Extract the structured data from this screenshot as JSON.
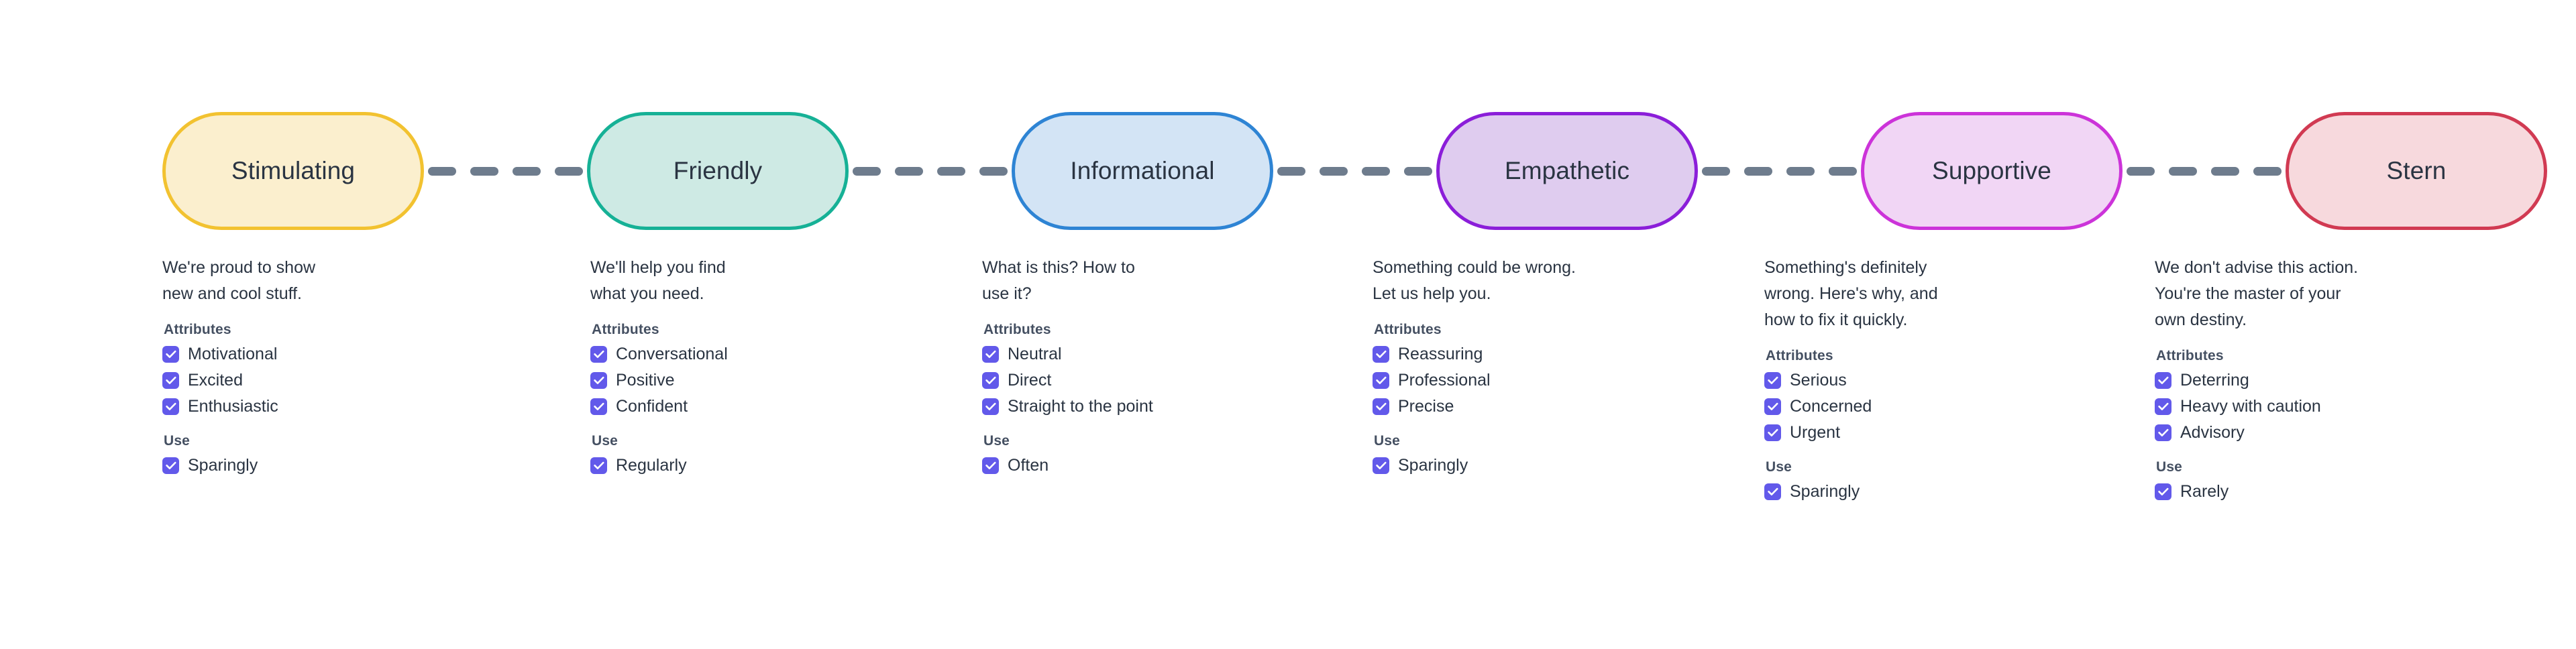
{
  "palette": {
    "text": "#2A3442",
    "heading": "#455062",
    "checkbox": "#6259EA",
    "connector": "#6E7C8D",
    "background": "#FFFFFF"
  },
  "labels": {
    "attributes_heading": "Attributes",
    "use_heading": "Use"
  },
  "connector": {
    "style": "dashed",
    "dash_count": 4,
    "color": "#6E7C8D"
  },
  "tones": [
    {
      "name": "Stimulating",
      "fill": "#FBEFCE",
      "border": "#F2C230",
      "description": "We're proud to show\nnew and cool stuff.",
      "attributes": [
        "Motivational",
        "Excited",
        "Enthusiastic"
      ],
      "use": [
        "Sparingly"
      ]
    },
    {
      "name": "Friendly",
      "fill": "#CEEAE4",
      "border": "#16B196",
      "description": "We'll help you find\nwhat you need.",
      "attributes": [
        "Conversational",
        "Positive",
        "Confident"
      ],
      "use": [
        "Regularly"
      ]
    },
    {
      "name": "Informational",
      "fill": "#D3E4F5",
      "border": "#2E84D4",
      "description": "What is this? How to\nuse it?",
      "attributes": [
        "Neutral",
        "Direct",
        "Straight to the point"
      ],
      "use": [
        "Often"
      ]
    },
    {
      "name": "Empathetic",
      "fill": "#DFCCEF",
      "border": "#8B1ED9",
      "description": "Something could be wrong.\nLet us help you.",
      "attributes": [
        "Reassuring",
        "Professional",
        "Precise"
      ],
      "use": [
        "Sparingly"
      ]
    },
    {
      "name": "Supportive",
      "fill": "#F1D6F5",
      "border": "#CC33D9",
      "description": "Something's definitely\nwrong. Here's why, and\nhow to fix it quickly.",
      "attributes": [
        "Serious",
        "Concerned",
        "Urgent"
      ],
      "use": [
        "Sparingly"
      ]
    },
    {
      "name": "Stern",
      "fill": "#F7D9DD",
      "border": "#D13A52",
      "description": "We don't advise this action.\nYou're the master of your\nown destiny.",
      "attributes": [
        "Deterring",
        "Heavy with caution",
        "Advisory"
      ],
      "use": [
        "Rarely"
      ]
    }
  ]
}
